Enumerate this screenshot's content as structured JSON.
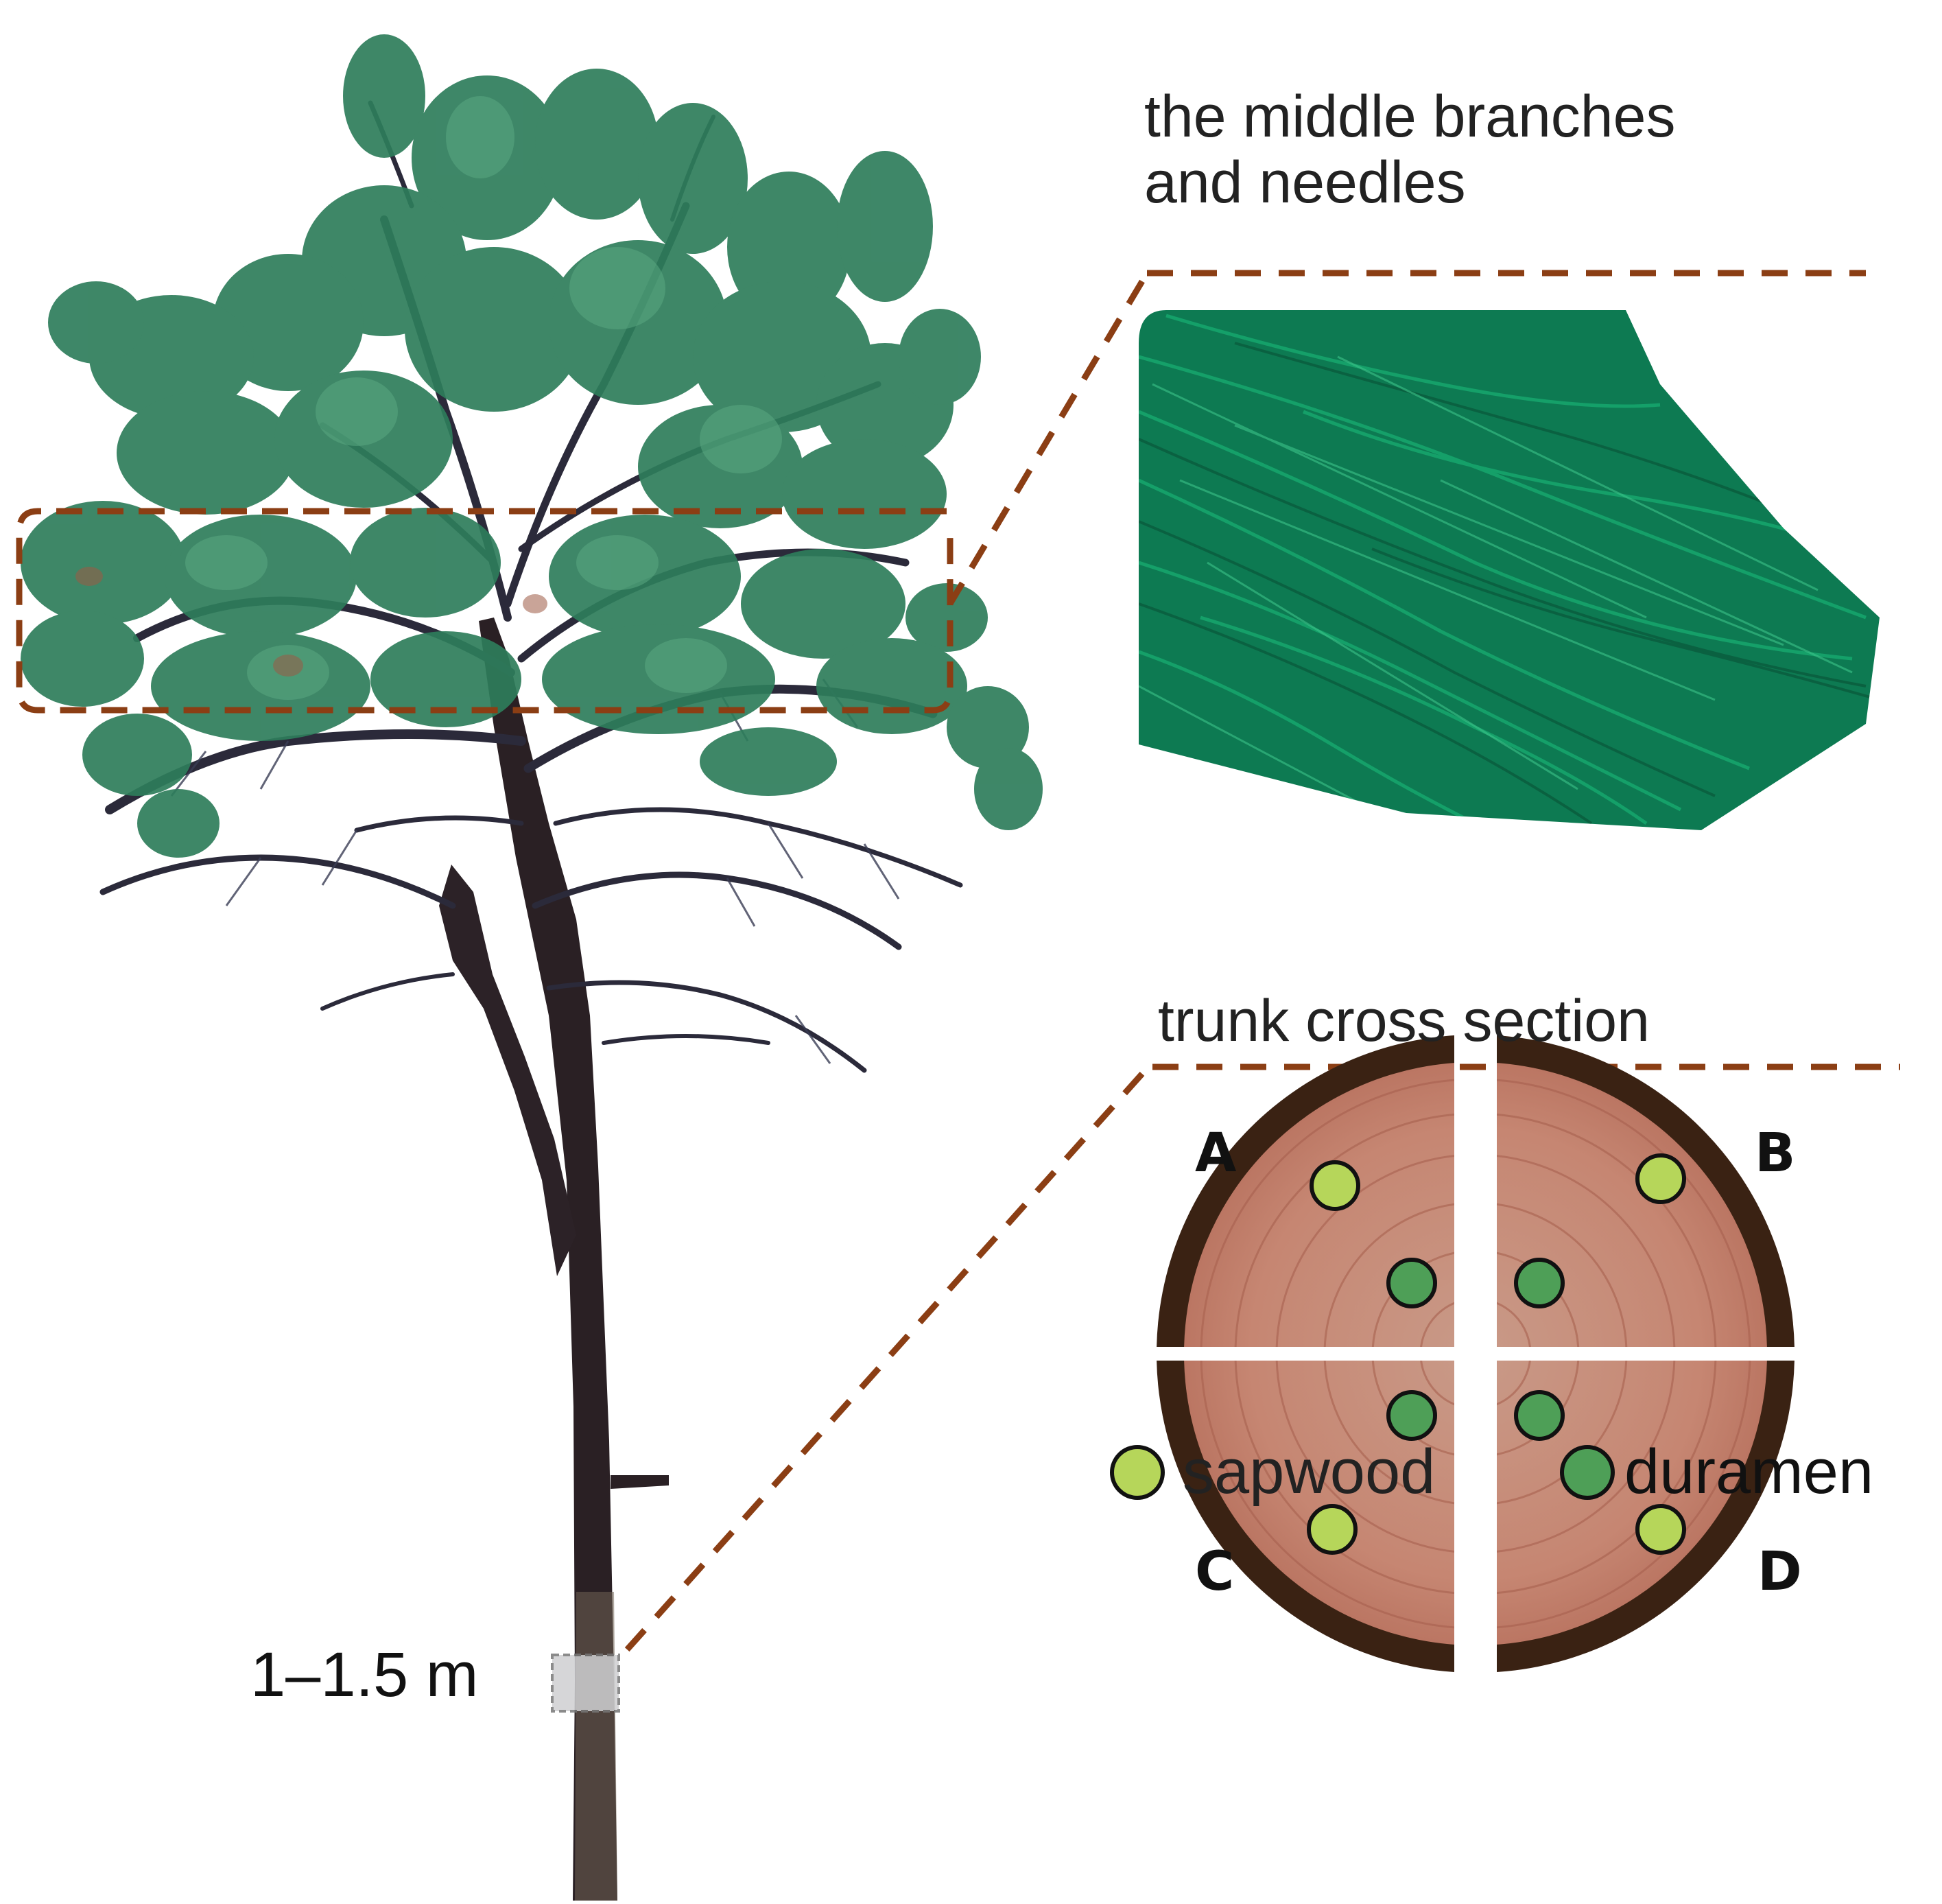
{
  "labels": {
    "needles_title_line1": "the middle branches",
    "needles_title_line2": "and needles",
    "trunk_title": "trunk cross section",
    "height_label": "1–1.5 m"
  },
  "quadrants": {
    "a": "A",
    "b": "B",
    "c": "C",
    "d": "D"
  },
  "legend": {
    "sapwood": "sapwood",
    "duramen": "duramen"
  },
  "colors": {
    "leader_line": "#8B3E14",
    "sapwood": "#B6D65A",
    "duramen": "#4E9F57",
    "bark": "#3A2213",
    "wood": "#C98F7E",
    "foliage": "#2E7D5B",
    "needles": "#0E8A5C",
    "trunk": "#2A2024"
  }
}
